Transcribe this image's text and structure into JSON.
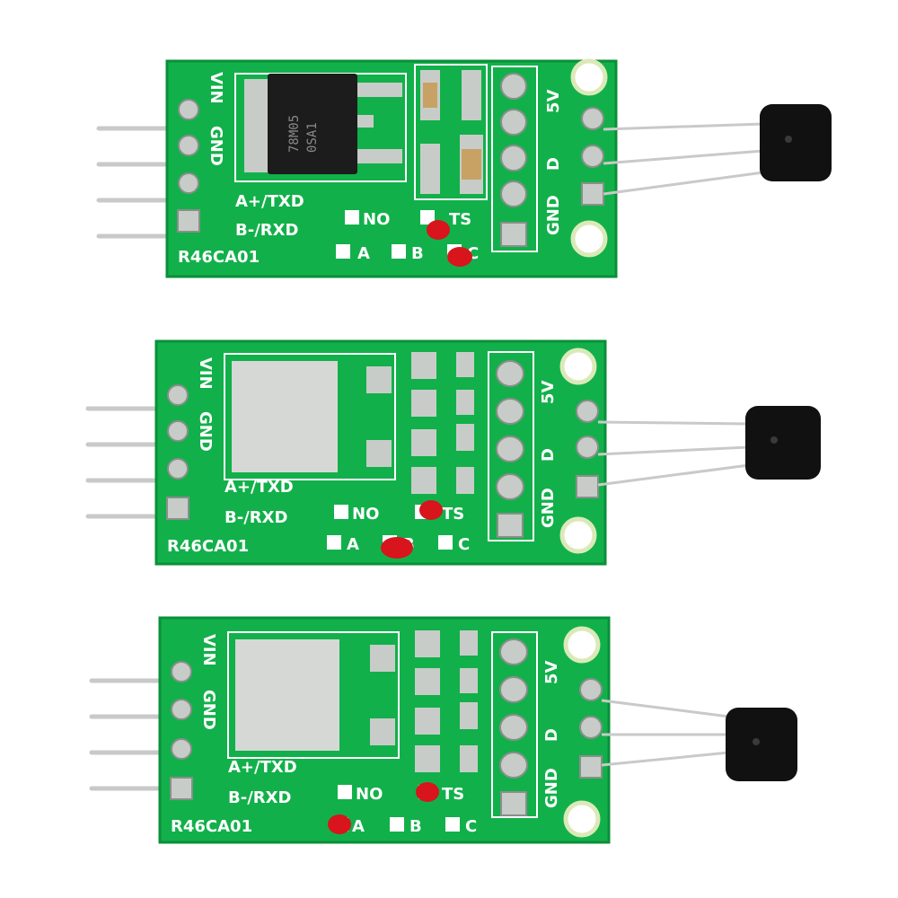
{
  "boards": [
    {
      "variant": "populated",
      "chip_lines": [
        "78M05",
        "0SA1"
      ],
      "labels": {
        "vin": "VIN",
        "gnd": "GND",
        "a_txd": "A+/TXD",
        "b_rxd": "B-/RXD",
        "model": "R46CA01",
        "no": "NO",
        "ts": "TS",
        "a": "A",
        "b": "B",
        "c": "C",
        "v5": "5V",
        "d": "D",
        "gnd2": "GND"
      },
      "solder_jumpers": [
        "TS",
        "C"
      ]
    },
    {
      "variant": "unpopulated",
      "labels": {
        "vin": "VIN",
        "gnd": "GND",
        "a_txd": "A+/TXD",
        "b_rxd": "B-/RXD",
        "model": "R46CA01",
        "no": "NO",
        "ts": "TS",
        "a": "A",
        "b": "B",
        "c": "C",
        "v5": "5V",
        "d": "D",
        "gnd2": "GND"
      },
      "solder_jumpers": [
        "TS",
        "B"
      ]
    },
    {
      "variant": "unpopulated",
      "labels": {
        "vin": "VIN",
        "gnd": "GND",
        "a_txd": "A+/TXD",
        "b_rxd": "B-/RXD",
        "model": "R46CA01",
        "no": "NO",
        "ts": "TS",
        "a": "A",
        "b": "B",
        "c": "C",
        "v5": "5V",
        "d": "D",
        "gnd2": "GND"
      },
      "solder_jumpers": [
        "TS",
        "A"
      ]
    }
  ],
  "colors": {
    "pcb": "#12b04a",
    "pcb_edge": "#0a8f39",
    "silkscreen": "#ffffff",
    "pad": "#c8ccc8",
    "solder_red": "#d8141c",
    "sensor": "#111111",
    "chip": "#1c1c1c"
  }
}
